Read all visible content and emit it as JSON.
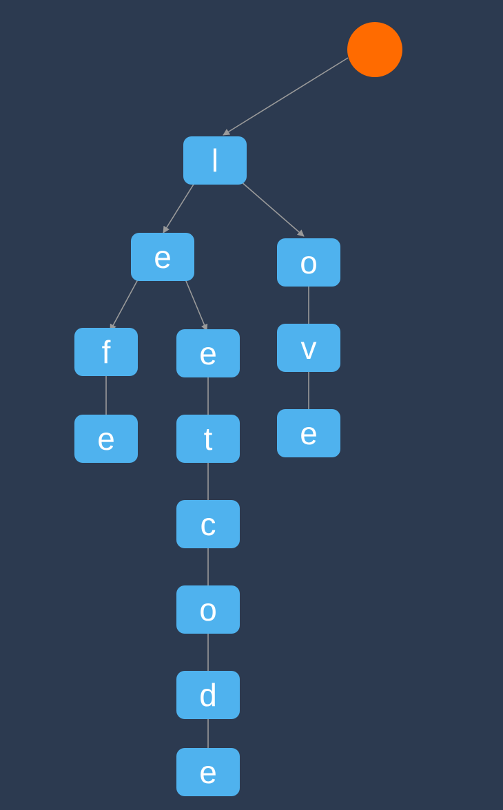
{
  "tree": {
    "root": {
      "id": "root",
      "color": "#ff6b00"
    },
    "nodes": [
      {
        "id": "n_l",
        "label": "l"
      },
      {
        "id": "n_le",
        "label": "e"
      },
      {
        "id": "n_lo",
        "label": "o"
      },
      {
        "id": "n_lef",
        "label": "f"
      },
      {
        "id": "n_lefe",
        "label": "e"
      },
      {
        "id": "n_lee",
        "label": "e"
      },
      {
        "id": "n_leet",
        "label": "t"
      },
      {
        "id": "n_leetc",
        "label": "c"
      },
      {
        "id": "n_leetco",
        "label": "o"
      },
      {
        "id": "n_leetcod",
        "label": "d"
      },
      {
        "id": "n_leetcode",
        "label": "e"
      },
      {
        "id": "n_lov",
        "label": "v"
      },
      {
        "id": "n_love",
        "label": "e"
      }
    ],
    "edges": [
      {
        "from": "root",
        "to": "n_l",
        "arrow": true
      },
      {
        "from": "n_l",
        "to": "n_le",
        "arrow": true
      },
      {
        "from": "n_l",
        "to": "n_lo",
        "arrow": true
      },
      {
        "from": "n_le",
        "to": "n_lef",
        "arrow": true
      },
      {
        "from": "n_le",
        "to": "n_lee",
        "arrow": true
      },
      {
        "from": "n_lef",
        "to": "n_lefe",
        "arrow": false
      },
      {
        "from": "n_lee",
        "to": "n_leet",
        "arrow": false
      },
      {
        "from": "n_leet",
        "to": "n_leetc",
        "arrow": false
      },
      {
        "from": "n_leetc",
        "to": "n_leetco",
        "arrow": false
      },
      {
        "from": "n_leetco",
        "to": "n_leetcod",
        "arrow": false
      },
      {
        "from": "n_leetcod",
        "to": "n_leetcode",
        "arrow": false
      },
      {
        "from": "n_lo",
        "to": "n_lov",
        "arrow": false
      },
      {
        "from": "n_lov",
        "to": "n_love",
        "arrow": false
      }
    ],
    "colors": {
      "node": "#4fb2ee",
      "text": "#ffffff",
      "edge": "#9a9a9a",
      "background": "#2c3a50"
    }
  }
}
